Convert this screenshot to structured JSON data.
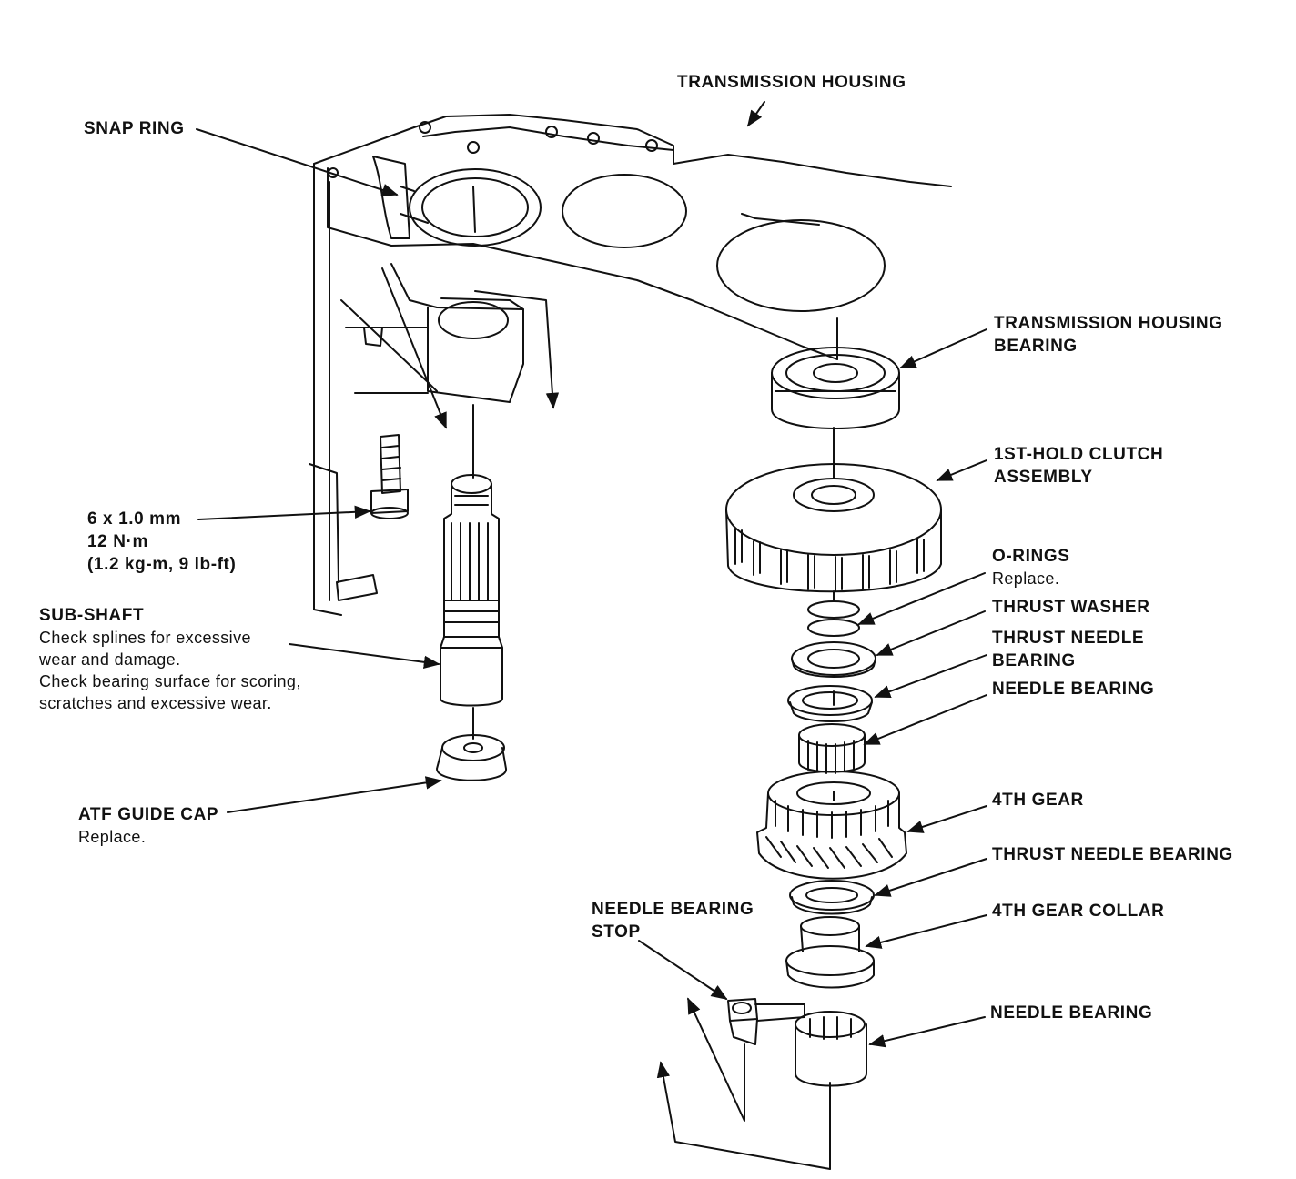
{
  "labels": {
    "transmission_housing": "TRANSMISSION HOUSING",
    "snap_ring": "SNAP RING",
    "housing_bearing": [
      "TRANSMISSION HOUSING",
      "BEARING"
    ],
    "hold_clutch": [
      "1ST-HOLD CLUTCH",
      "ASSEMBLY"
    ],
    "o_rings": {
      "title": "O-RINGS",
      "note": "Replace."
    },
    "thrust_washer": "THRUST WASHER",
    "thrust_needle_bearing_upper": [
      "THRUST NEEDLE",
      "BEARING"
    ],
    "needle_bearing_upper": "NEEDLE BEARING",
    "bolt": [
      "6 x 1.0 mm",
      "12 N·m",
      "(1.2 kg-m, 9 lb-ft)"
    ],
    "sub_shaft": {
      "title": "SUB-SHAFT",
      "notes": [
        "Check splines for excessive",
        "wear and damage.",
        "Check bearing surface for scoring,",
        "scratches and excessive wear."
      ]
    },
    "atf_guide_cap": {
      "title": "ATF GUIDE CAP",
      "note": "Replace."
    },
    "fourth_gear": "4TH GEAR",
    "thrust_needle_bearing_lower": "THRUST NEEDLE BEARING",
    "fourth_gear_collar": "4TH GEAR COLLAR",
    "needle_bearing_stop": [
      "NEEDLE BEARING",
      "STOP"
    ],
    "needle_bearing_lower": "NEEDLE BEARING"
  },
  "colors": {
    "ink": "#111111",
    "paper": "#ffffff",
    "fill_light": "#f2f2f2"
  }
}
